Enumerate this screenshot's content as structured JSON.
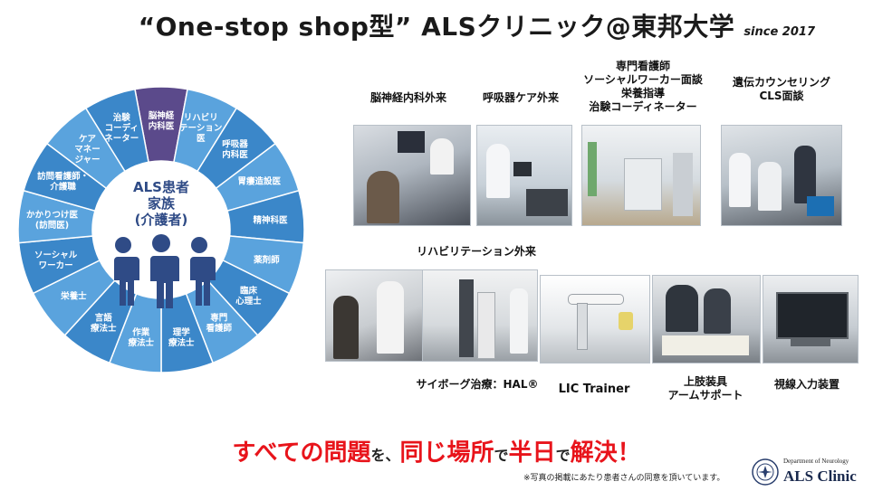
{
  "title": "“One-stop shop型” ALSクリニック@東邦大学",
  "since": "since 2017",
  "wheel": {
    "center": {
      "line1": "ALS患者",
      "line2": "家族",
      "line3": "(介護者)"
    },
    "segments": [
      {
        "lines": [
          "脳神経",
          "内科医"
        ],
        "highlight": true
      },
      {
        "lines": [
          "リハビリ",
          "テーション",
          "医"
        ]
      },
      {
        "lines": [
          "呼吸器",
          "内科医"
        ]
      },
      {
        "lines": [
          "胃瘻造設医"
        ]
      },
      {
        "lines": [
          "精神科医"
        ]
      },
      {
        "lines": [
          "薬剤師"
        ]
      },
      {
        "lines": [
          "臨床",
          "心理士"
        ]
      },
      {
        "lines": [
          "専門",
          "看護師"
        ]
      },
      {
        "lines": [
          "理学",
          "療法士"
        ]
      },
      {
        "lines": [
          "作業",
          "療法士"
        ]
      },
      {
        "lines": [
          "言語",
          "療法士"
        ]
      },
      {
        "lines": [
          "栄養士"
        ]
      },
      {
        "lines": [
          "ソーシャル",
          "ワーカー"
        ]
      },
      {
        "lines": [
          "かかりつけ医",
          "(訪問医)"
        ]
      },
      {
        "lines": [
          "訪問看護師・",
          "介護職"
        ]
      },
      {
        "lines": [
          "ケア",
          "マネー",
          "ジャー"
        ]
      },
      {
        "lines": [
          "治験",
          "コーディ",
          "ネーター"
        ]
      }
    ],
    "colors": {
      "outer": "#3b87c9",
      "inner": "#5aa3dd",
      "divider": "#ffffff",
      "highlight": "#5b4a8b",
      "center_bg": "#ffffff",
      "center_text": "#2f4b86"
    }
  },
  "captions": {
    "neuro": "脳神経内科外来",
    "resp": "呼吸器ケア外来",
    "nursing": {
      "line1": "専門看護師",
      "line2": "ソーシャルワーカー面談",
      "line3": "栄養指導",
      "line4": "治験コーディネーター"
    },
    "genetic": {
      "line1": "遺伝カウンセリング",
      "line2": "CLS面談"
    },
    "rehab": "リハビリテーション外来",
    "hal": "サイボーグ治療：HAL®",
    "lic": "LIC Trainer",
    "arm": {
      "line1": "上肢装具",
      "line2": "アームサポート"
    },
    "gaze": "視線入力装置"
  },
  "message": {
    "part1": "すべての問題",
    "part2": "を、",
    "part3": "同じ場所",
    "part4": "で",
    "part5": "半日",
    "part6": "で",
    "part7": "解決！"
  },
  "note": "※写真の掲載にあたり患者さんの同意を頂いています。",
  "logo": {
    "dept": "Department of Neurology",
    "name": "ALS Clinic"
  }
}
